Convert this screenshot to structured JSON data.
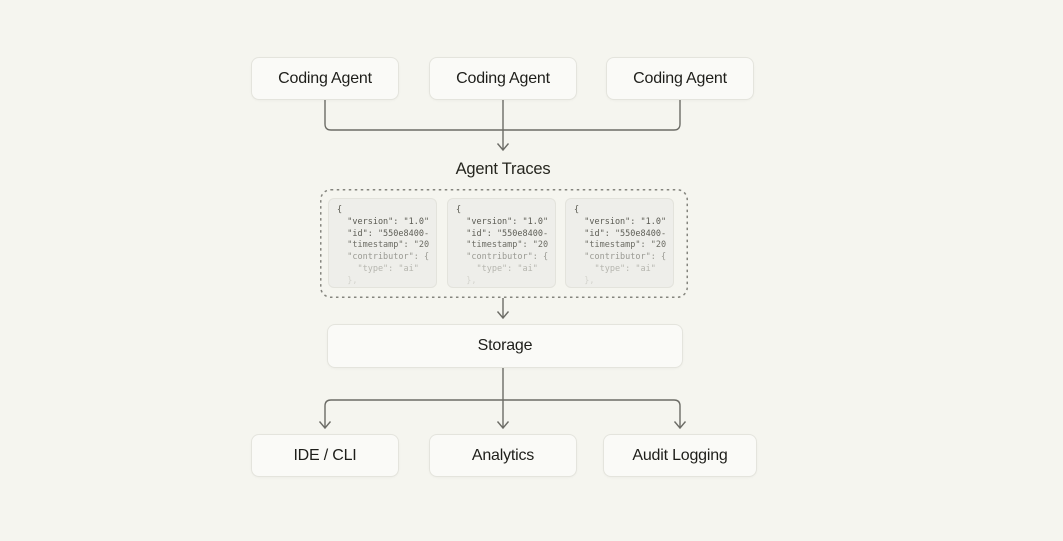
{
  "colors": {
    "background": "#f5f5ef",
    "node_fill": "#fafaf7",
    "node_border": "#e4e4dd",
    "card_fill": "#eeeeea",
    "line": "#6c6c66",
    "dashed_border": "#85857e"
  },
  "diagram": {
    "top_row": {
      "boxes": [
        {
          "label": "Coding Agent"
        },
        {
          "label": "Coding Agent"
        },
        {
          "label": "Coding Agent"
        }
      ]
    },
    "traces": {
      "title": "Agent Traces",
      "code_lines": [
        "{",
        "  \"version\": \"1.0\"",
        "  \"id\": \"550e8400-",
        "  \"timestamp\": \"20",
        "  \"contributor\": {",
        "    \"type\": \"ai\"",
        "  },"
      ]
    },
    "storage": {
      "label": "Storage"
    },
    "bottom_row": {
      "boxes": [
        {
          "label": "IDE / CLI"
        },
        {
          "label": "Analytics"
        },
        {
          "label": "Audit Logging"
        }
      ]
    }
  }
}
